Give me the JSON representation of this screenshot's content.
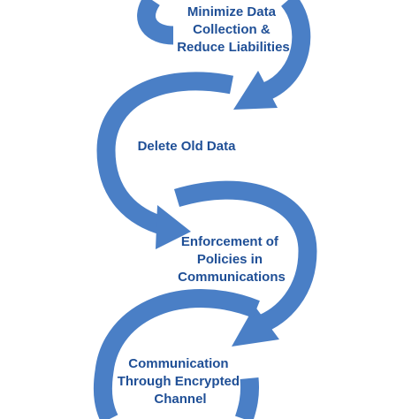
{
  "colors": {
    "arrow": "#4a7fc6",
    "arrow_edge": "#3c6eb2",
    "label": "#1f4f96",
    "background": "#ffffff"
  },
  "steps": [
    {
      "lines": [
        "Minimize Data",
        "Collection &",
        "Reduce Liabilities"
      ],
      "icon": "curved-arrow"
    },
    {
      "lines": [
        "Delete Old Data"
      ],
      "icon": "curved-arrow"
    },
    {
      "lines": [
        "Enforcement of",
        "Policies in",
        "Communications"
      ],
      "icon": "curved-arrow"
    },
    {
      "lines": [
        "Communication",
        "Through Encrypted",
        "Channel"
      ],
      "icon": "curved-arrow"
    }
  ]
}
